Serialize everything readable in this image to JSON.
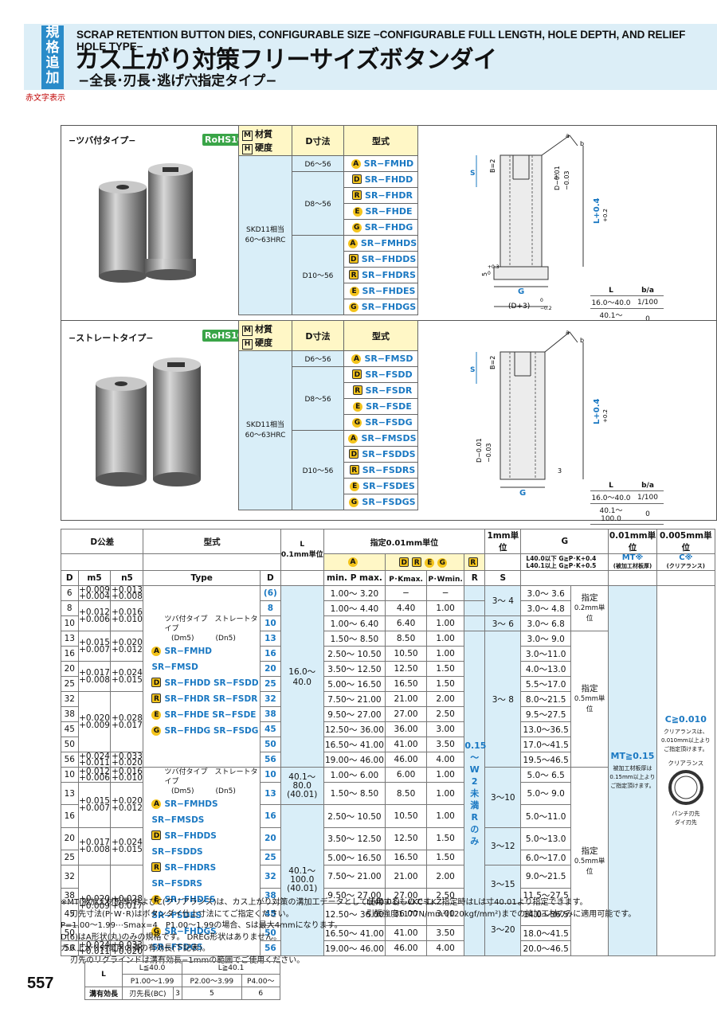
{
  "header": {
    "tag": [
      "規",
      "格",
      "追",
      "加"
    ],
    "red_note": "赤文字表示",
    "title_en": "SCRAP RETENTION BUTTON DIES, CONFIGURABLE SIZE −CONFIGURABLE FULL LENGTH, HOLE DEPTH, AND RELIEF HOLE TYPE−",
    "title_jp": "カス上がり対策フリーサイズボタンダイ",
    "subtitle_jp": "−全長･刃長･逃げ穴指定タイプ−"
  },
  "panel1": {
    "type_label": "−ツバ付タイプ−",
    "rohs": "RoHS10",
    "material_label": "材質",
    "hardness_label": "硬度",
    "m_icon": "M",
    "h_icon": "H",
    "d_header": "D寸法",
    "type_header": "型式",
    "material": "SKD11相当",
    "hardness": "60〜63HRC",
    "groups": [
      {
        "d": "D6〜56",
        "models": [
          {
            "letter": "A",
            "name": "SR−FMHD"
          }
        ]
      },
      {
        "d": "D8〜56",
        "models": [
          {
            "letter": "D",
            "name": "SR−FHDD"
          },
          {
            "letter": "R",
            "name": "SR−FHDR"
          },
          {
            "letter": "E",
            "name": "SR−FHDE"
          },
          {
            "letter": "G",
            "name": "SR−FHDG"
          }
        ]
      },
      {
        "d": "D10〜56",
        "models": [
          {
            "letter": "A",
            "name": "SR−FMHDS"
          },
          {
            "letter": "D",
            "name": "SR−FHDDS"
          },
          {
            "letter": "R",
            "name": "SR−FHDRS"
          },
          {
            "letter": "E",
            "name": "SR−FHDES"
          },
          {
            "letter": "G",
            "name": "SR−FHDGS"
          }
        ]
      }
    ],
    "drawing": {
      "s": "S",
      "b": "B=2",
      "d": "D−0.01",
      "d2": "−0.03",
      "l": "L+0.4",
      "l2": "+0.2",
      "g": "G",
      "dim1": "(D+3)",
      "dim1b": "0",
      "dim1c": "−0.2",
      "five": "5",
      "five_tol": "+0.3",
      "five_tol2": "0",
      "three": "3",
      "a": "a",
      "bb": "b"
    },
    "ba_table": {
      "h": [
        "L",
        "b/a"
      ],
      "rows": [
        [
          "16.0〜40.0",
          "1/100"
        ],
        [
          "40.1〜100.0",
          "0"
        ]
      ]
    }
  },
  "panel2": {
    "type_label": "−ストレートタイプ−",
    "rohs": "RoHS10",
    "material_label": "材質",
    "hardness_label": "硬度",
    "m_icon": "M",
    "h_icon": "H",
    "d_header": "D寸法",
    "type_header": "型式",
    "material": "SKD11相当",
    "hardness": "60〜63HRC",
    "groups": [
      {
        "d": "D6〜56",
        "models": [
          {
            "letter": "A",
            "name": "SR−FMSD"
          }
        ]
      },
      {
        "d": "D8〜56",
        "models": [
          {
            "letter": "D",
            "name": "SR−FSDD"
          },
          {
            "letter": "R",
            "name": "SR−FSDR"
          },
          {
            "letter": "E",
            "name": "SR−FSDE"
          },
          {
            "letter": "G",
            "name": "SR−FSDG"
          }
        ]
      },
      {
        "d": "D10〜56",
        "models": [
          {
            "letter": "A",
            "name": "SR−FMSDS"
          },
          {
            "letter": "D",
            "name": "SR−FSDDS"
          },
          {
            "letter": "R",
            "name": "SR−FSDRS"
          },
          {
            "letter": "E",
            "name": "SR−FSDES"
          },
          {
            "letter": "G",
            "name": "SR−FSDGS"
          }
        ]
      }
    ],
    "drawing": {
      "s": "S",
      "b": "B=2",
      "d": "D−0.01",
      "d2": "−0.03",
      "l": "L+0.4",
      "l2": "+0.2",
      "g": "G",
      "three": "3",
      "a": "a",
      "bb": "b"
    },
    "ba_table": {
      "h": [
        "L",
        "b/a"
      ],
      "rows": [
        [
          "16.0〜40.0",
          "1/100"
        ],
        [
          "40.1〜100.0",
          "0"
        ]
      ]
    }
  },
  "table": {
    "h_dtol": "D公差",
    "h_type": "型式",
    "h_l": "L",
    "h_l_unit": "0.1mm単位",
    "h_spec": "指定0.01mm単位",
    "h_s_unit": "1mm単位",
    "h_g": "G",
    "h_mt_unit": "0.01mm単位",
    "h_c_unit": "0.005mm単位",
    "h_a": "A",
    "h_dreg": [
      "D",
      "R",
      "E",
      "G"
    ],
    "h_r": "R",
    "g_note1": "L40.0以下 G≧P･K+0.4",
    "g_note2": "L40.1以上 G≧P･K+0.5",
    "h_mt": "MT※",
    "h_mt_sub": "(被加工材板厚)",
    "h_c": "C※",
    "h_c_sub": "(クリアランス)",
    "h_d": "D",
    "h_m5": "m5",
    "h_n5": "n5",
    "h_type2": "Type",
    "h_d2": "D",
    "h_pmin": "min. P max.",
    "h_pk": "P･Kmax.",
    "h_pw": "P･Wmin.",
    "h_r2": "R",
    "h_s": "S",
    "block1": {
      "type_lines": [
        "ツバ付タイプ",
        "ストレートタイプ",
        "(Dm5)",
        "(Dn5)"
      ],
      "models": [
        [
          "A",
          "SR−FMHD",
          "SR−FMSD"
        ],
        [
          "D",
          "SR−FHDD",
          "SR−FSDD"
        ],
        [
          "R",
          "SR−FHDR",
          "SR−FSDR"
        ],
        [
          "E",
          "SR−FHDE",
          "SR−FSDE"
        ],
        [
          "G",
          "SR−FHDG",
          "SR−FSDG"
        ]
      ],
      "l_range": "16.0〜40.0",
      "rows": [
        {
          "d": "6",
          "m5": [
            "+0.009",
            "+0.004"
          ],
          "n5": [
            "+0.013",
            "+0.008"
          ],
          "dd": "(6)",
          "p": "1.00〜 3.20",
          "pk": "−",
          "pw": "−"
        },
        {
          "d": "8",
          "dd": "8",
          "p": "1.00〜 4.40",
          "pk": "4.40",
          "pw": "1.00"
        },
        {
          "d": "10",
          "dd": "10",
          "p": "1.00〜 6.40",
          "pk": "6.40",
          "pw": "1.00"
        },
        {
          "d": "13",
          "dd": "13",
          "p": "1.50〜 8.50",
          "pk": "8.50",
          "pw": "1.00"
        },
        {
          "d": "16",
          "dd": "16",
          "p": "2.50〜 10.50",
          "pk": "10.50",
          "pw": "1.00"
        },
        {
          "d": "20",
          "dd": "20",
          "p": "3.50〜 12.50",
          "pk": "12.50",
          "pw": "1.50"
        },
        {
          "d": "25",
          "dd": "25",
          "p": "5.00〜 16.50",
          "pk": "16.50",
          "pw": "1.50"
        },
        {
          "d": "32",
          "dd": "32",
          "p": "7.50〜 21.00",
          "pk": "21.00",
          "pw": "2.00"
        },
        {
          "d": "38",
          "dd": "38",
          "p": "9.50〜 27.00",
          "pk": "27.00",
          "pw": "2.50"
        },
        {
          "d": "45",
          "dd": "45",
          "p": "12.50〜 36.00",
          "pk": "36.00",
          "pw": "3.00"
        },
        {
          "d": "50",
          "dd": "50",
          "p": "16.50〜 41.00",
          "pk": "41.00",
          "pw": "3.50"
        },
        {
          "d": "56",
          "m5": [
            "+0.024",
            "+0.011"
          ],
          "n5": [
            "+0.033",
            "+0.020"
          ],
          "dd": "56",
          "p": "19.00〜 46.00",
          "pk": "46.00",
          "pw": "4.00"
        }
      ],
      "m5_groups": [
        [
          "+0.012",
          "+0.006"
        ],
        [
          "+0.015",
          "+0.007"
        ],
        [
          "+0.017",
          "+0.008"
        ],
        [
          "+0.020",
          "+0.009"
        ]
      ],
      "n5_groups": [
        [
          "+0.016",
          "+0.010"
        ],
        [
          "+0.020",
          "+0.012"
        ],
        [
          "+0.024",
          "+0.015"
        ],
        [
          "+0.028",
          "+0.017"
        ]
      ],
      "s_vals": [
        "3〜 4",
        "3〜 6",
        "3〜 8"
      ],
      "g_vals": [
        "3.0〜 3.6",
        "3.0〜 4.8",
        "3.0〜 6.8",
        "3.0〜 9.0",
        "3.0〜11.0",
        "4.0〜13.0",
        "5.5〜17.0",
        "8.0〜21.5",
        "9.5〜27.5",
        "13.0〜36.5",
        "17.0〜41.5",
        "19.5〜46.5"
      ],
      "g_spec1": "指定",
      "g_spec1_unit": "0.2mm単位",
      "g_spec2": "指定",
      "g_spec2_unit": "0.5mm単位"
    },
    "block2": {
      "type_lines": [
        "ツバ付タイプ",
        "ストレートタイプ",
        "(Dm5)",
        "(Dn5)"
      ],
      "models": [
        [
          "A",
          "SR−FMHDS",
          "SR−FMSDS"
        ],
        [
          "D",
          "SR−FHDDS",
          "SR−FSDDS"
        ],
        [
          "R",
          "SR−FHDRS",
          "SR−FSDRS"
        ],
        [
          "E",
          "SR−FHDES",
          "SR−FSDES"
        ],
        [
          "G",
          "SR−FHDGS",
          "SR−FSDGS"
        ]
      ],
      "l_range1": "40.1〜80.0",
      "l_range1b": "(40.01)",
      "l_range2": "40.1〜100.0",
      "l_range2b": "(40.01)",
      "rows": [
        {
          "d": "10",
          "dd": "10",
          "p": "1.00〜 6.00",
          "pk": "6.00",
          "pw": "1.00"
        },
        {
          "d": "13",
          "dd": "13",
          "p": "1.50〜 8.50",
          "pk": "8.50",
          "pw": "1.00"
        },
        {
          "d": "16",
          "dd": "16",
          "p": "2.50〜 10.50",
          "pk": "10.50",
          "pw": "1.00"
        },
        {
          "d": "20",
          "dd": "20",
          "p": "3.50〜 12.50",
          "pk": "12.50",
          "pw": "1.50"
        },
        {
          "d": "25",
          "dd": "25",
          "p": "5.00〜 16.50",
          "pk": "16.50",
          "pw": "1.50"
        },
        {
          "d": "32",
          "dd": "32",
          "p": "7.50〜 21.00",
          "pk": "21.00",
          "pw": "2.00"
        },
        {
          "d": "38",
          "dd": "38",
          "p": "9.50〜 27.00",
          "pk": "27.00",
          "pw": "2.50"
        },
        {
          "d": "45",
          "dd": "45",
          "p": "12.50〜 36.00",
          "pk": "36.00",
          "pw": "3.00"
        },
        {
          "d": "50",
          "dd": "50",
          "p": "16.50〜 41.00",
          "pk": "41.00",
          "pw": "3.50"
        },
        {
          "d": "56",
          "dd": "56",
          "p": "19.00〜 46.00",
          "pk": "46.00",
          "pw": "4.00"
        }
      ],
      "m5_first": [
        "+0.012",
        "+0.006"
      ],
      "n5_first": [
        "+0.016",
        "+0.010"
      ],
      "m5_last": [
        "+0.024",
        "+0.011"
      ],
      "n5_last": [
        "+0.033",
        "+0.020"
      ],
      "s_vals": [
        "3〜10",
        "3〜12",
        "3〜15",
        "3〜20"
      ],
      "g_vals": [
        "5.0〜 6.5",
        "5.0〜 9.0",
        "5.0〜11.0",
        "5.0〜13.0",
        "6.0〜17.0",
        "9.0〜21.5",
        "11.5〜27.5",
        "14.0〜36.5",
        "18.0〜41.5",
        "20.0〜46.5"
      ],
      "g_spec": "指定",
      "g_spec_unit": "0.5mm単位"
    },
    "r_col": [
      "0.15",
      "〜",
      "W",
      "2",
      "未",
      "満",
      "R",
      "の",
      "み"
    ],
    "mt": "MT≧0.15",
    "mt_note": [
      "被加工材板厚は",
      "0.15mm以上より",
      "ご指定頂けます。"
    ],
    "c": "C≧0.010",
    "c_note": [
      "クリアランスは、",
      "0.010mm以上より",
      "ご指定頂けます。"
    ],
    "c_fig_label": "クリアランス",
    "c_fig_punch": "パンチ刃先",
    "c_fig_die": "ダイ刃先"
  },
  "notes_left": [
    "※MT(被加工材板厚)およびC(クリアランス)は、カス上がり対策の溝加工データとして使用するものです。",
    "刃先寸法(P･W･R)はボタンダイ仕上寸法にてご指定ください。",
    "P=1.00〜1.99⋯Smax=4　P1.00〜1.99の場合、Sは最大4mmになります。",
    "D(6)はA形状(丸)のみの規格です。 DREG形状はありません。",
    "カス上がり対策用の溝の有効長(下記表)。",
    "刃先のリグラインドは溝有効長−1mmの範囲でご使用ください。"
  ],
  "notes_right": [
    "L(40.01)⋯LKC･LKZ指定時はLは寸40.01より指定できます。",
    "引張強度1177N/mm²(120kgf/mm²)までの被加工材のみに適用可能です。"
  ],
  "eff": {
    "h_l": "L",
    "h_l1": "L≦40.0",
    "h_l2": "L≧40.1",
    "h_p1": "P1.00〜1.99",
    "h_p2": "P2.00〜3.99",
    "h_p3": "P4.00〜",
    "row_label": "溝有効長",
    "row_sub": "刃先長(BC)",
    "v": [
      "3",
      "5",
      "6"
    ]
  },
  "page_number": "557"
}
